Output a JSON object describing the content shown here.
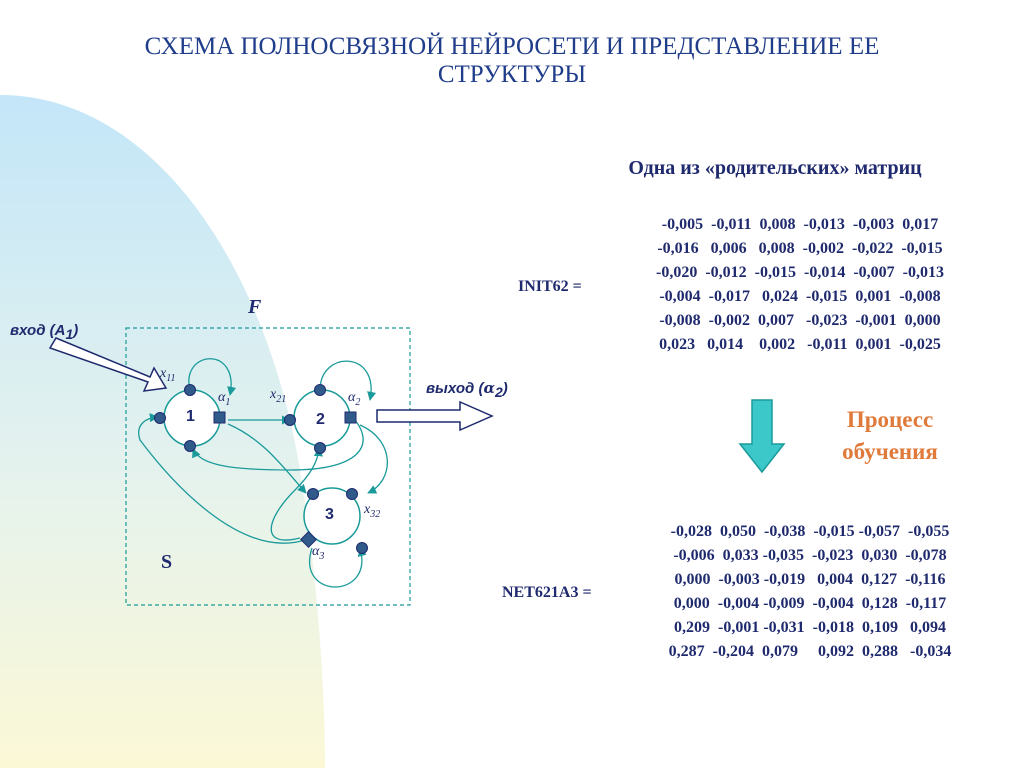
{
  "title": {
    "line1": "СХЕМА ПОЛНОСВЯЗНОЙ НЕЙРОСЕТИ И ПРЕДСТАВЛЕНИЕ ЕЕ",
    "line2": "СТРУКТУРЫ"
  },
  "matrix_heading": "Одна из «родительских» матриц",
  "init_matrix": {
    "label": "INIT62 =",
    "rows": [
      "-0,005  -0,011  0,008  -0,013  -0,003  0,017",
      "-0,016   0,006   0,008  -0,002  -0,022  -0,015",
      "-0,020  -0,012  -0,015  -0,014  -0,007  -0,013",
      "-0,004  -0,017   0,024  -0,015  0,001  -0,008",
      "-0,008  -0,002  0,007   -0,023  -0,001  0,000",
      "0,023   0,014    0,002   -0,011  0,001  -0,025"
    ]
  },
  "process": {
    "line1": "Процесс",
    "line2": "обучения",
    "color": "#e07a3a"
  },
  "net_matrix": {
    "label": "NET621A3 =",
    "rows": [
      "-0,028  0,050  -0,038  -0,015 -0,057  -0,055",
      "-0,006  0,033 -0,035  -0,023  0,030  -0,078",
      "0,000  -0,003 -0,019   0,004  0,127  -0,116",
      "0,000  -0,004 -0,009  -0,004  0,128  -0,117",
      "0,209  -0,001 -0,031  -0,018  0,109   0,094",
      "0,287  -0,204  0,079     0,092  0,288   -0,034"
    ]
  },
  "diagram": {
    "input_label": "вход (",
    "input_var": "A",
    "input_sub": "1",
    "output_label": "выход (",
    "output_var": "α",
    "output_sub": "2",
    "close_paren": ")",
    "frame_label_f": "F",
    "frame_label_s": "S",
    "neurons": [
      "1",
      "2",
      "3"
    ],
    "x_labels": [
      {
        "var": "x",
        "sub": "11"
      },
      {
        "var": "x",
        "sub": "21"
      },
      {
        "var": "x",
        "sub": "32"
      }
    ],
    "alpha_labels": [
      {
        "var": "α",
        "sub": "1"
      },
      {
        "var": "α",
        "sub": "2"
      },
      {
        "var": "α",
        "sub": "3"
      }
    ],
    "colors": {
      "text": "#1f2a6e",
      "title": "#1f3d8a",
      "connections": "#1a9a9a",
      "node_fill": "#2f5a8a",
      "arrow_fill": "#3cc8c8",
      "bg_blue": "#c8e8f8",
      "bg_yellow": "#fbf8d8"
    }
  }
}
